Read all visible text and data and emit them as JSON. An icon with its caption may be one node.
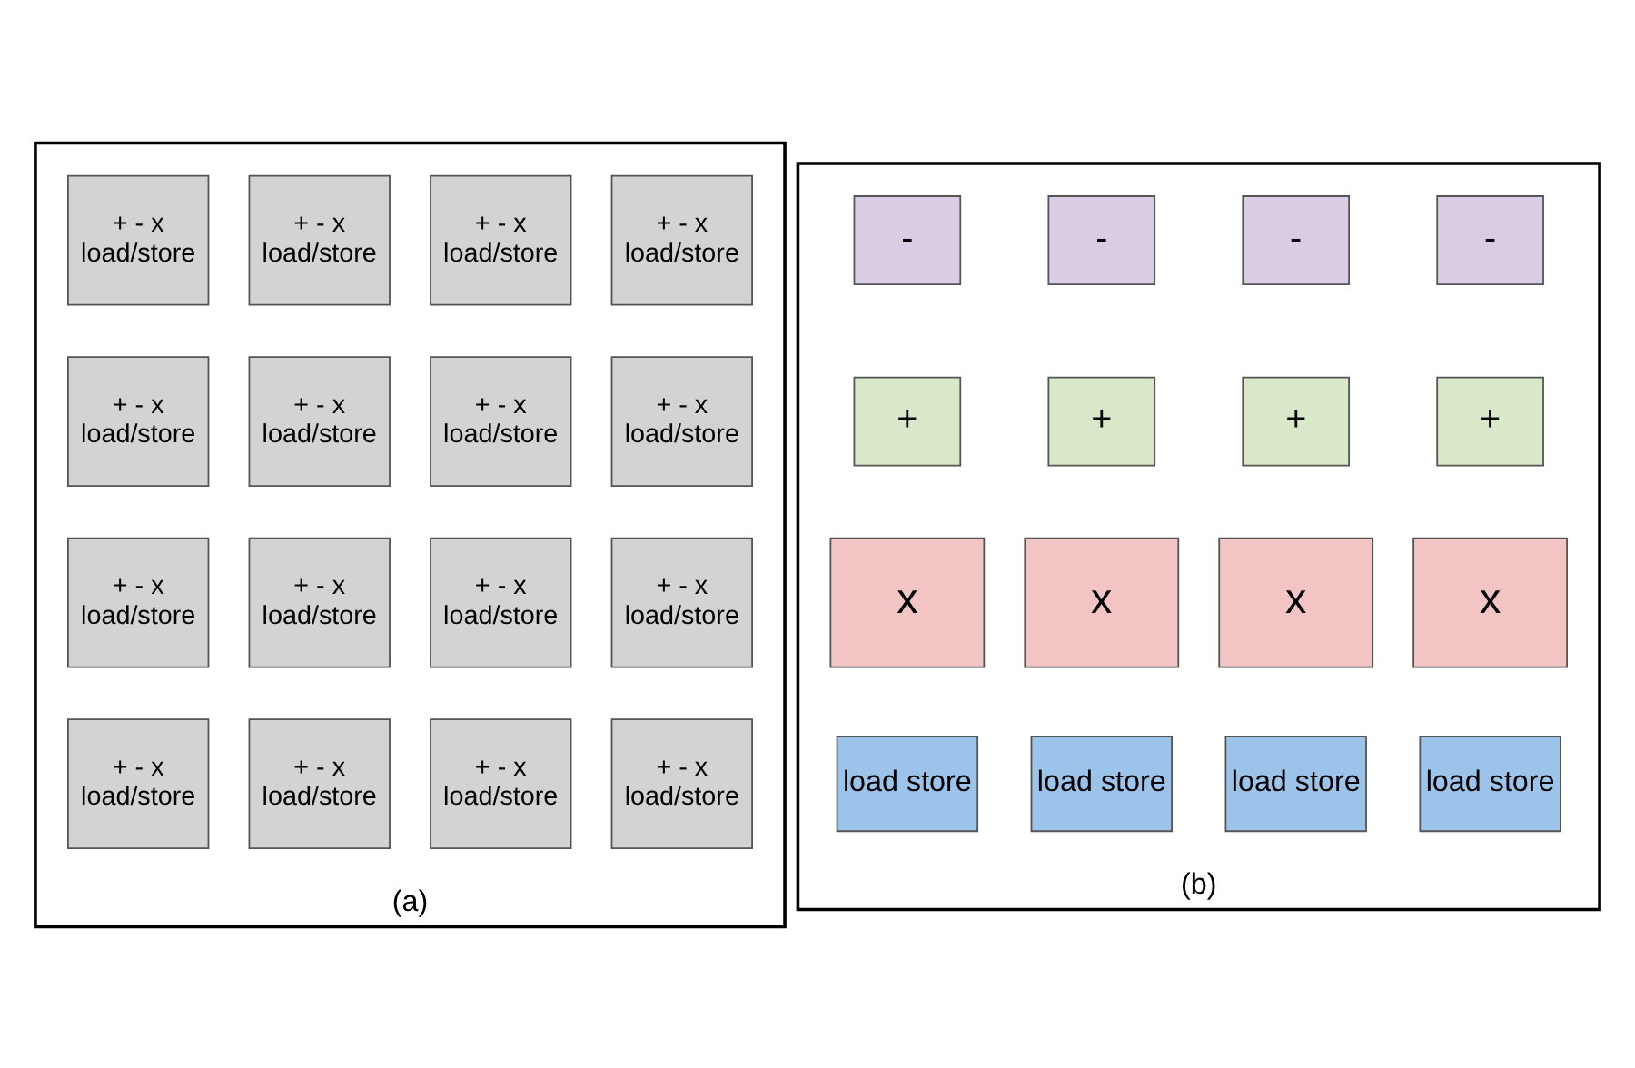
{
  "diagram": {
    "nodes": [
      {
        "text": [],
        "shape": "box",
        "beside": [
          "(a)"
        ]
      },
      {
        "text": [
          "+ - x",
          "load/store"
        ],
        "in": 0
      },
      {
        "text": [
          "+ - x",
          "load/store"
        ],
        "in": 0
      },
      {
        "text": [
          "+ - x",
          "load/store"
        ],
        "in": 0
      },
      {
        "text": [
          "+ - x",
          "load/store"
        ],
        "in": 0
      },
      {
        "text": [
          "+ - x",
          "load/store"
        ],
        "in": 0
      },
      {
        "text": [
          "+ - x",
          "load/store"
        ],
        "in": 0
      },
      {
        "text": [
          "+ - x",
          "load/store"
        ],
        "in": 0
      },
      {
        "text": [
          "+ - x",
          "load/store"
        ],
        "in": 0
      },
      {
        "text": [
          "+ - x",
          "load/store"
        ],
        "in": 0
      },
      {
        "text": [
          "+ - x",
          "load/store"
        ],
        "in": 0
      },
      {
        "text": [
          "+ - x",
          "load/store"
        ],
        "in": 0
      },
      {
        "text": [
          "+ - x",
          "load/store"
        ],
        "in": 0
      },
      {
        "text": [
          "+ - x",
          "load/store"
        ],
        "in": 0
      },
      {
        "text": [
          "+ - x",
          "load/store"
        ],
        "in": 0
      },
      {
        "text": [
          "+ - x",
          "load/store"
        ],
        "in": 0
      },
      {
        "text": [
          "+ - x",
          "load/store"
        ],
        "in": 0
      },
      {
        "text": [],
        "shape": "box",
        "beside": [
          "(b)"
        ]
      },
      {
        "text": [
          "-"
        ],
        "in": 17
      },
      {
        "text": [
          "-"
        ],
        "in": 17
      },
      {
        "text": [
          "-"
        ],
        "in": 17
      },
      {
        "text": [
          "-"
        ],
        "in": 17
      },
      {
        "text": [
          "+"
        ],
        "in": 17
      },
      {
        "text": [
          "+"
        ],
        "in": 17
      },
      {
        "text": [
          "+"
        ],
        "in": 17
      },
      {
        "text": [
          "+"
        ],
        "in": 17
      },
      {
        "text": [
          "x"
        ],
        "in": 17
      },
      {
        "text": [
          "x"
        ],
        "in": 17
      },
      {
        "text": [
          "x"
        ],
        "in": 17
      },
      {
        "text": [
          "x"
        ],
        "in": 17
      },
      {
        "text": [
          "load store"
        ],
        "in": 17
      },
      {
        "text": [
          "load store"
        ],
        "in": 17
      },
      {
        "text": [
          "load store"
        ],
        "in": 17
      },
      {
        "text": [
          "load store"
        ],
        "in": 17
      }
    ],
    "edges": []
  }
}
